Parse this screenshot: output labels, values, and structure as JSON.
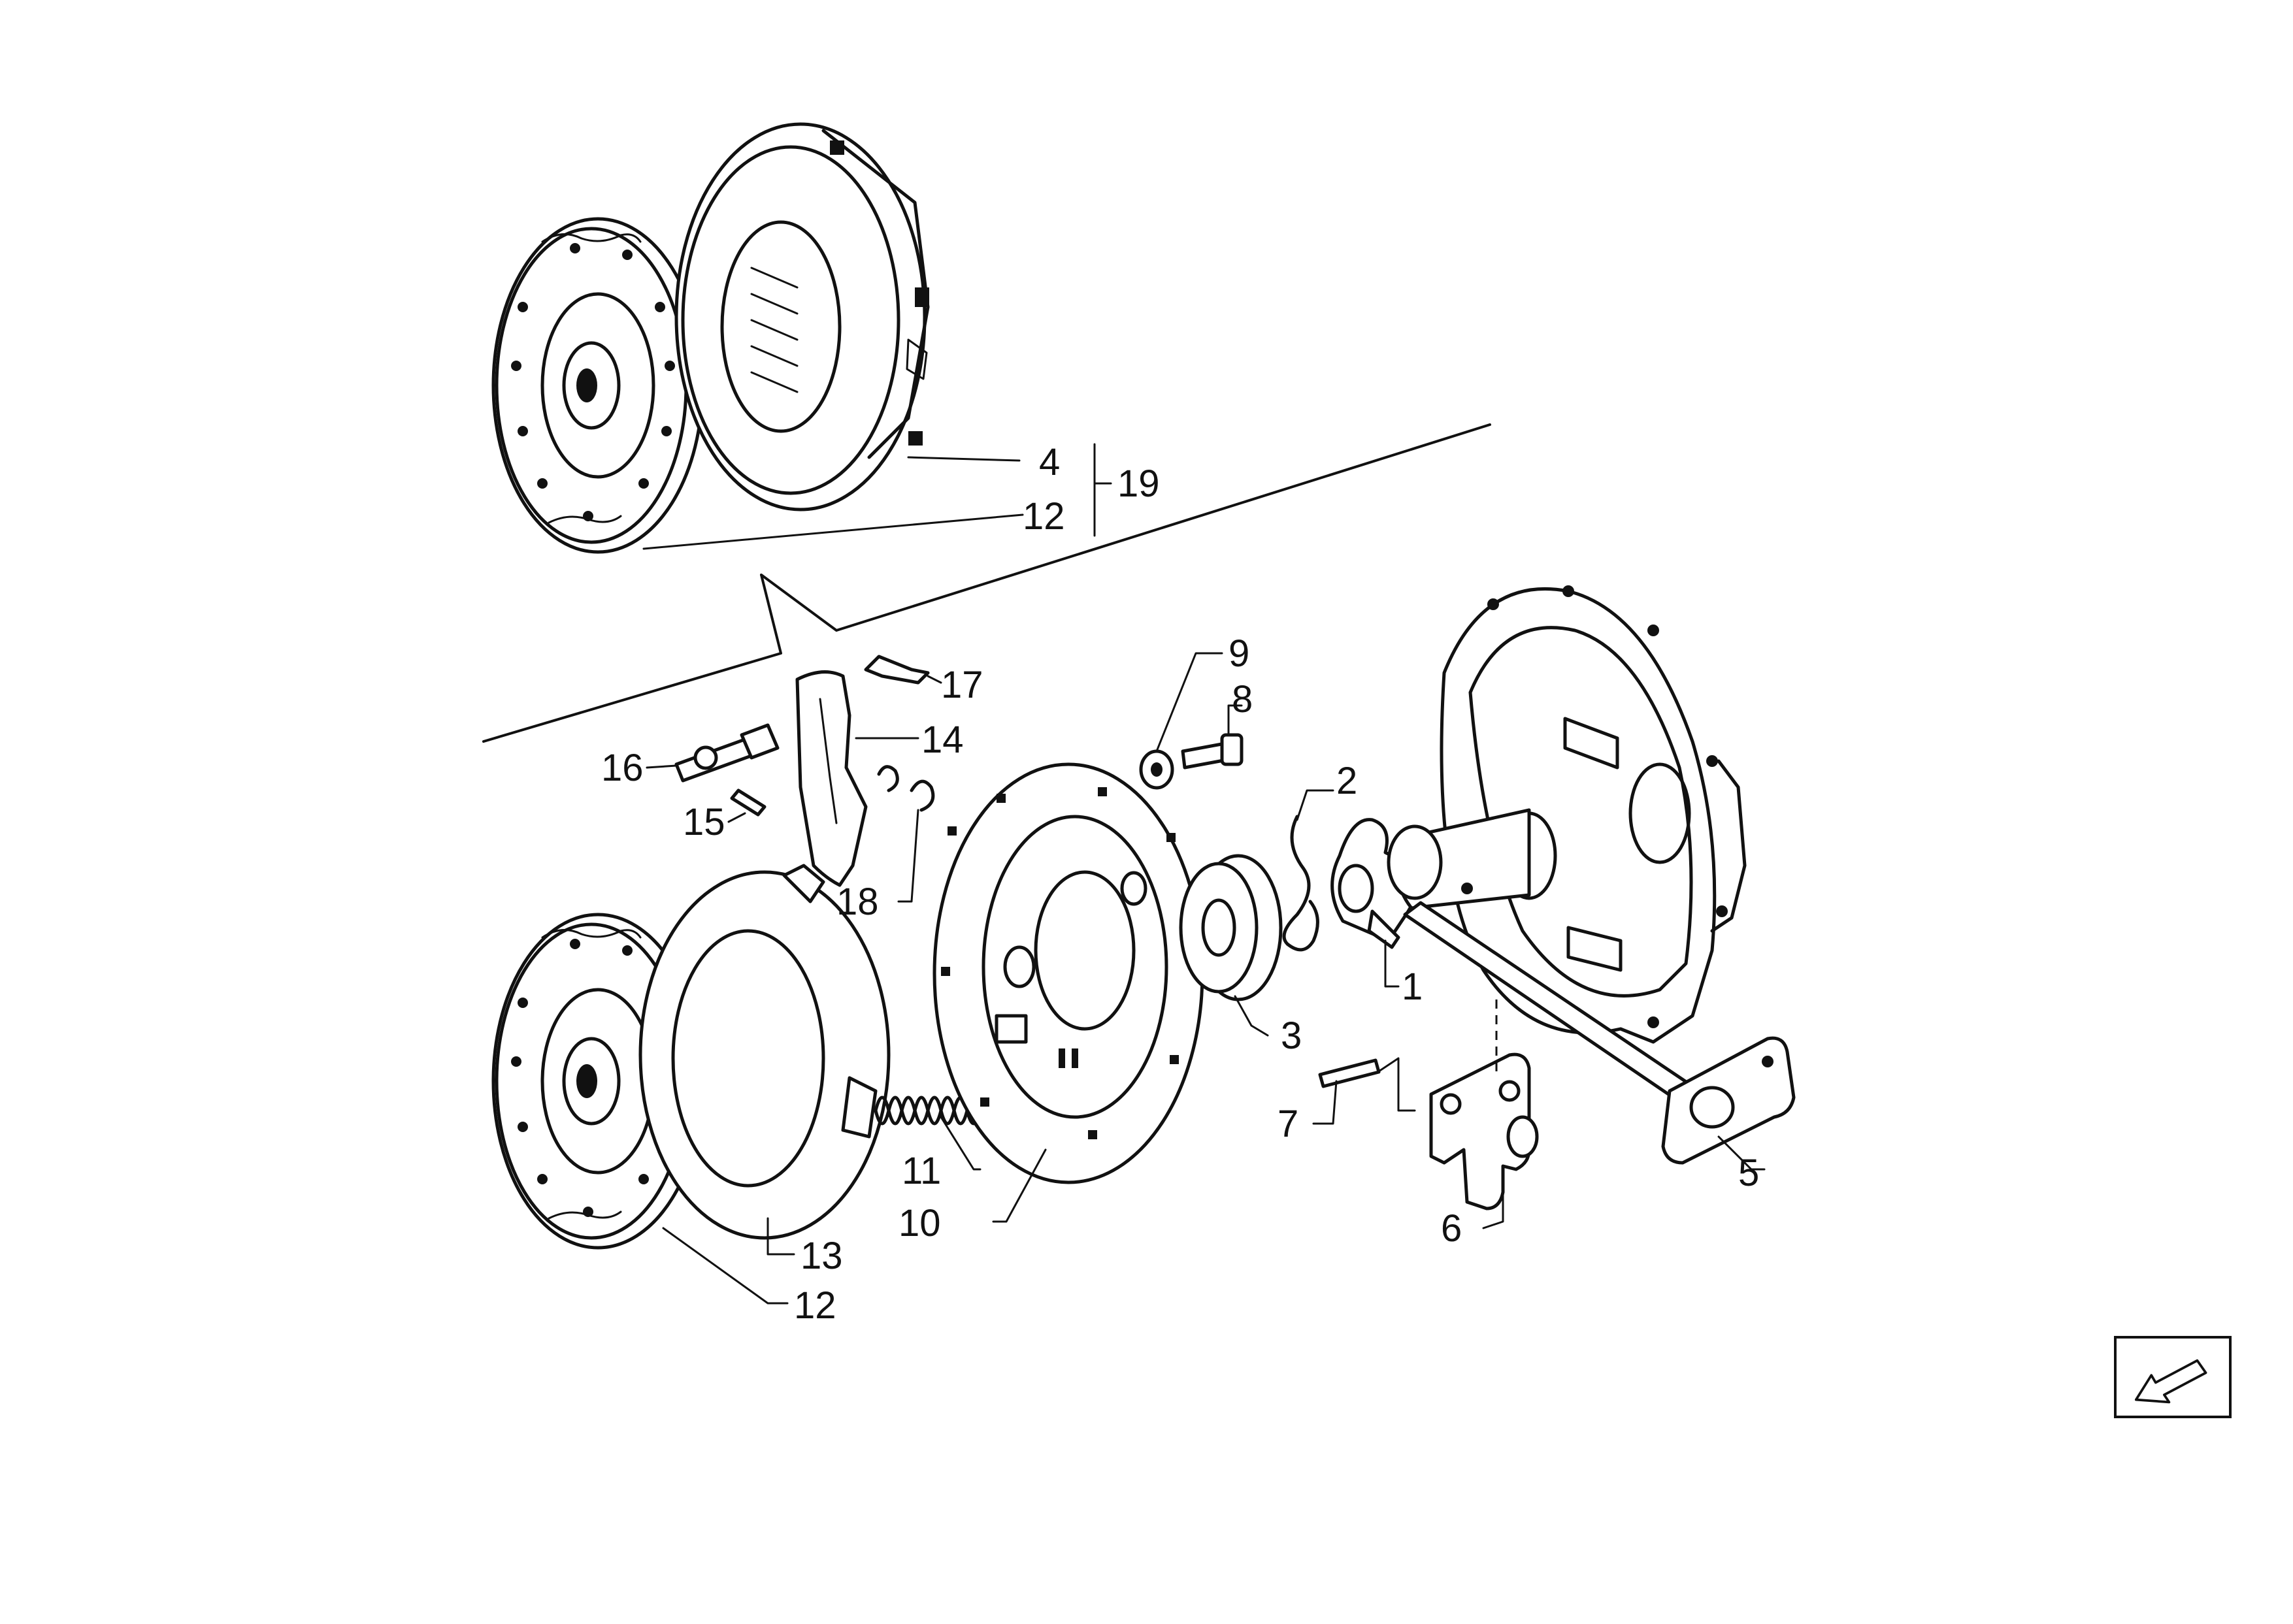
{
  "callouts": {
    "c1": "1",
    "c2": "2",
    "c3": "3",
    "c4": "4",
    "c5": "5",
    "c6": "6",
    "c7": "7",
    "c8": "8",
    "c9": "9",
    "c10": "10",
    "c11": "11",
    "c12_top": "12",
    "c12_bottom": "12",
    "c13": "13",
    "c14": "14",
    "c15": "15",
    "c16": "16",
    "c17": "17",
    "c18": "18",
    "c19": "19"
  },
  "icons": {
    "nav": "arrow-down-left-icon"
  }
}
